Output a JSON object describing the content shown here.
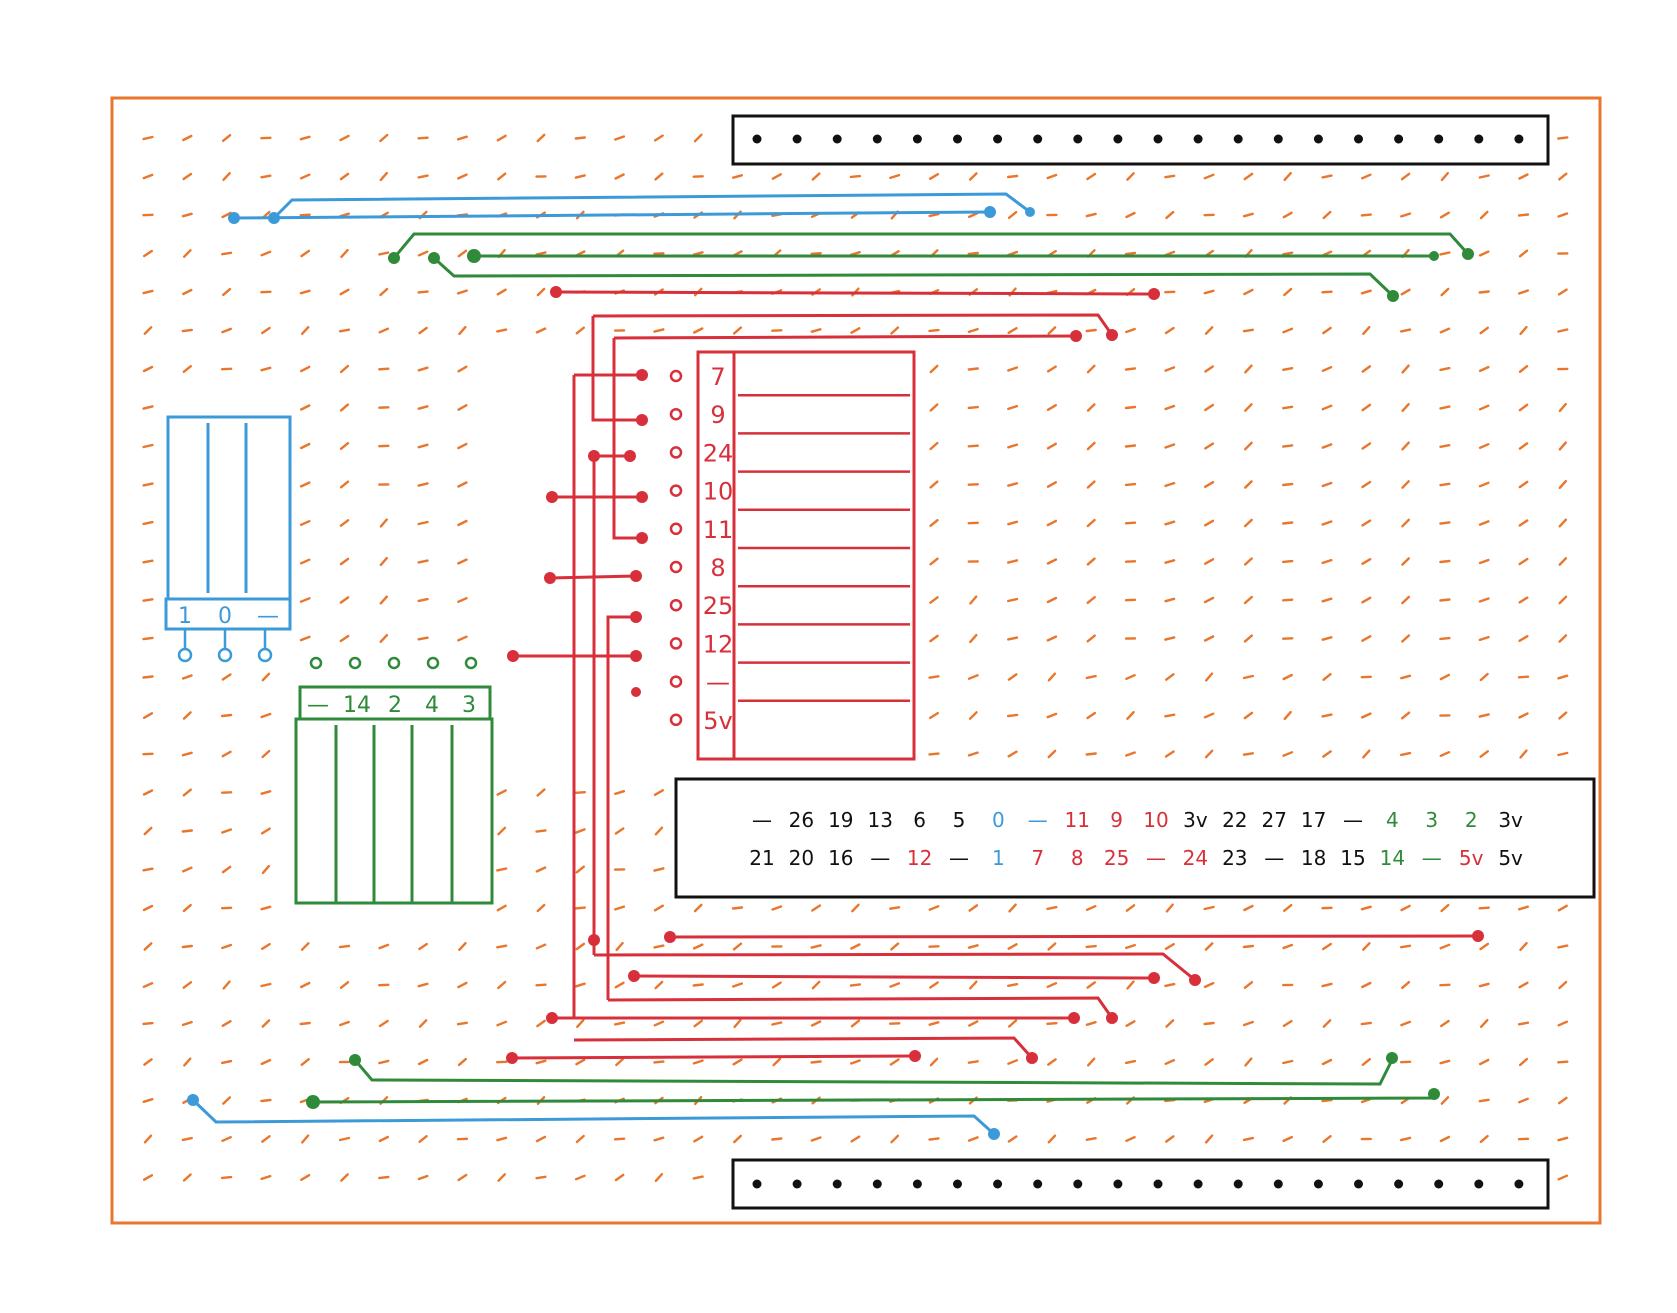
{
  "colors": {
    "board": "#e8762c",
    "blue": "#3d9ad8",
    "green": "#2f8a3a",
    "red": "#d8303a",
    "black": "#111111",
    "background": "#ffffff"
  },
  "blue_header": {
    "labels": [
      "1",
      "0",
      "—"
    ]
  },
  "green_header": {
    "labels": [
      "—",
      "14",
      "2",
      "4",
      "3"
    ]
  },
  "relay_block": {
    "labels": [
      "7",
      "9",
      "24",
      "10",
      "11",
      "8",
      "25",
      "12",
      "—",
      "5v"
    ]
  },
  "gpio_header": {
    "top_row": [
      {
        "t": "—",
        "c": "black"
      },
      {
        "t": "26",
        "c": "black"
      },
      {
        "t": "19",
        "c": "black"
      },
      {
        "t": "13",
        "c": "black"
      },
      {
        "t": "6",
        "c": "black"
      },
      {
        "t": "5",
        "c": "black"
      },
      {
        "t": "0",
        "c": "blue"
      },
      {
        "t": "—",
        "c": "blue"
      },
      {
        "t": "11",
        "c": "red"
      },
      {
        "t": "9",
        "c": "red"
      },
      {
        "t": "10",
        "c": "red"
      },
      {
        "t": "3v",
        "c": "black"
      },
      {
        "t": "22",
        "c": "black"
      },
      {
        "t": "27",
        "c": "black"
      },
      {
        "t": "17",
        "c": "black"
      },
      {
        "t": "—",
        "c": "black"
      },
      {
        "t": "4",
        "c": "green"
      },
      {
        "t": "3",
        "c": "green"
      },
      {
        "t": "2",
        "c": "green"
      },
      {
        "t": "3v",
        "c": "black"
      }
    ],
    "bottom_row": [
      {
        "t": "21",
        "c": "black"
      },
      {
        "t": "20",
        "c": "black"
      },
      {
        "t": "16",
        "c": "black"
      },
      {
        "t": "—",
        "c": "black"
      },
      {
        "t": "12",
        "c": "red"
      },
      {
        "t": "—",
        "c": "black"
      },
      {
        "t": "1",
        "c": "blue"
      },
      {
        "t": "7",
        "c": "red"
      },
      {
        "t": "8",
        "c": "red"
      },
      {
        "t": "25",
        "c": "red"
      },
      {
        "t": "—",
        "c": "red"
      },
      {
        "t": "24",
        "c": "red"
      },
      {
        "t": "23",
        "c": "black"
      },
      {
        "t": "—",
        "c": "black"
      },
      {
        "t": "18",
        "c": "black"
      },
      {
        "t": "15",
        "c": "black"
      },
      {
        "t": "14",
        "c": "green"
      },
      {
        "t": "—",
        "c": "green"
      },
      {
        "t": "5v",
        "c": "red"
      },
      {
        "t": "5v",
        "c": "black"
      }
    ]
  }
}
